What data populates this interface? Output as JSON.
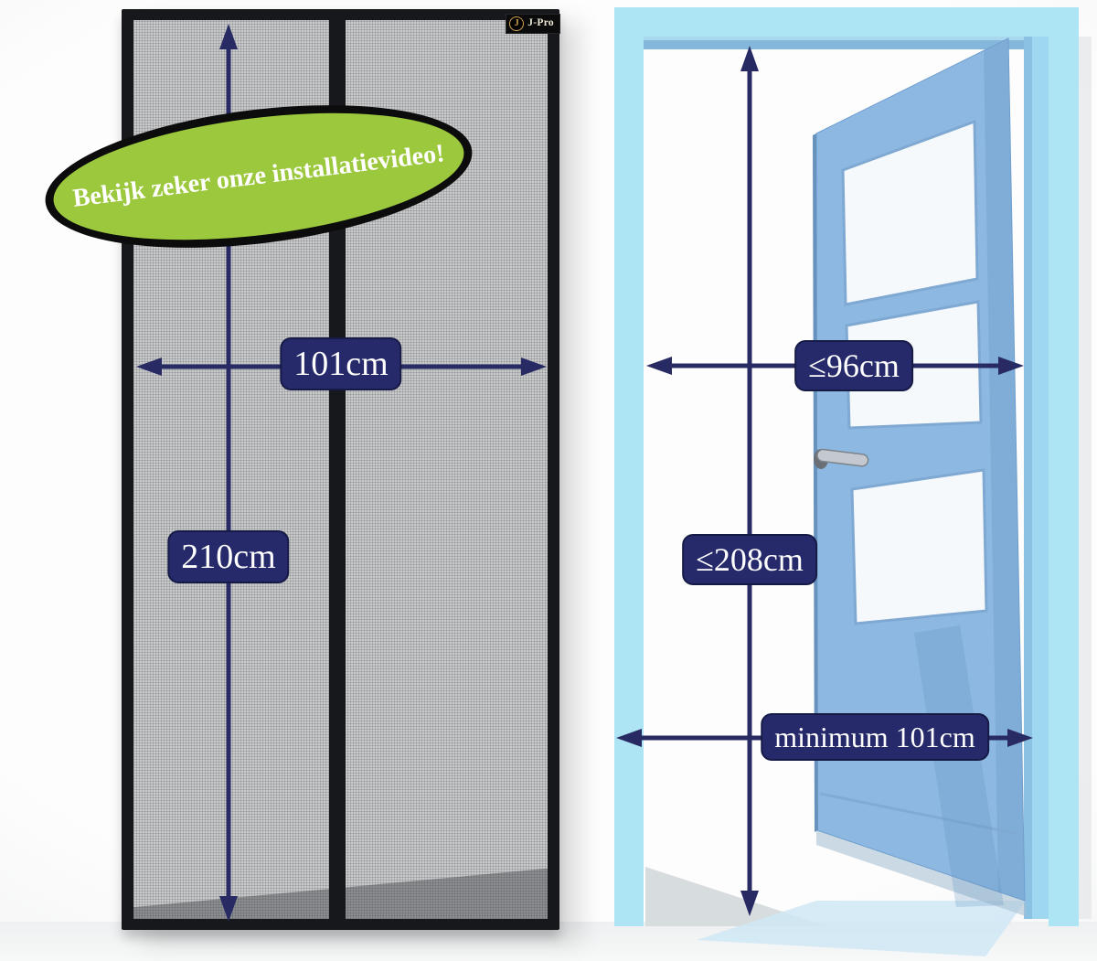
{
  "scene": {
    "bubble": {
      "text": "Bekijk zeker onze installatievideo!"
    },
    "logo": {
      "initial": "J",
      "name": "J-Pro"
    },
    "screen_door": {
      "width_label": "101cm",
      "height_label": "210cm"
    },
    "doorway": {
      "width_label": "≤96cm",
      "height_label": "≤208cm",
      "min_width_label": "minimum 101cm"
    }
  },
  "colors": {
    "arrow-navy": "#272a63",
    "label-navy": "#262a6a",
    "bubble-green": "#9cc83d",
    "frame-blue": "#ade5f4",
    "door-blue": "#8cb8e1",
    "mesh-gray": "#c9cacb",
    "logo-gold": "#d2a44d"
  }
}
